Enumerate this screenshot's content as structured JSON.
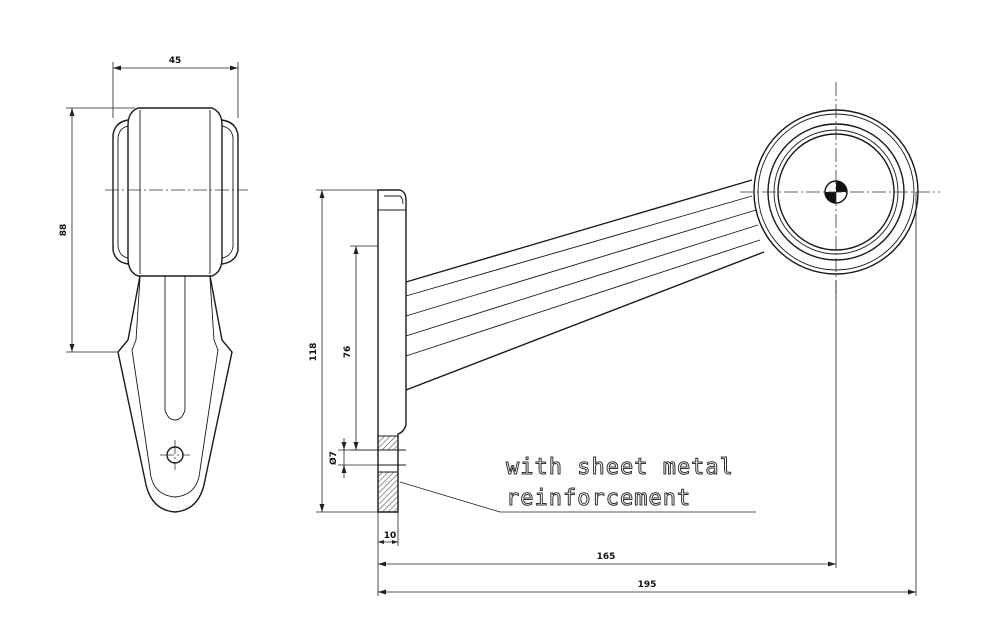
{
  "drawing": {
    "dimensions": {
      "d45": "45",
      "d88": "88",
      "d118": "118",
      "d76": "76",
      "d7": "Ø7",
      "d10": "10",
      "d165": "165",
      "d195": "195"
    },
    "note": {
      "line1": "with sheet metal",
      "line2": "reinforcement"
    }
  }
}
